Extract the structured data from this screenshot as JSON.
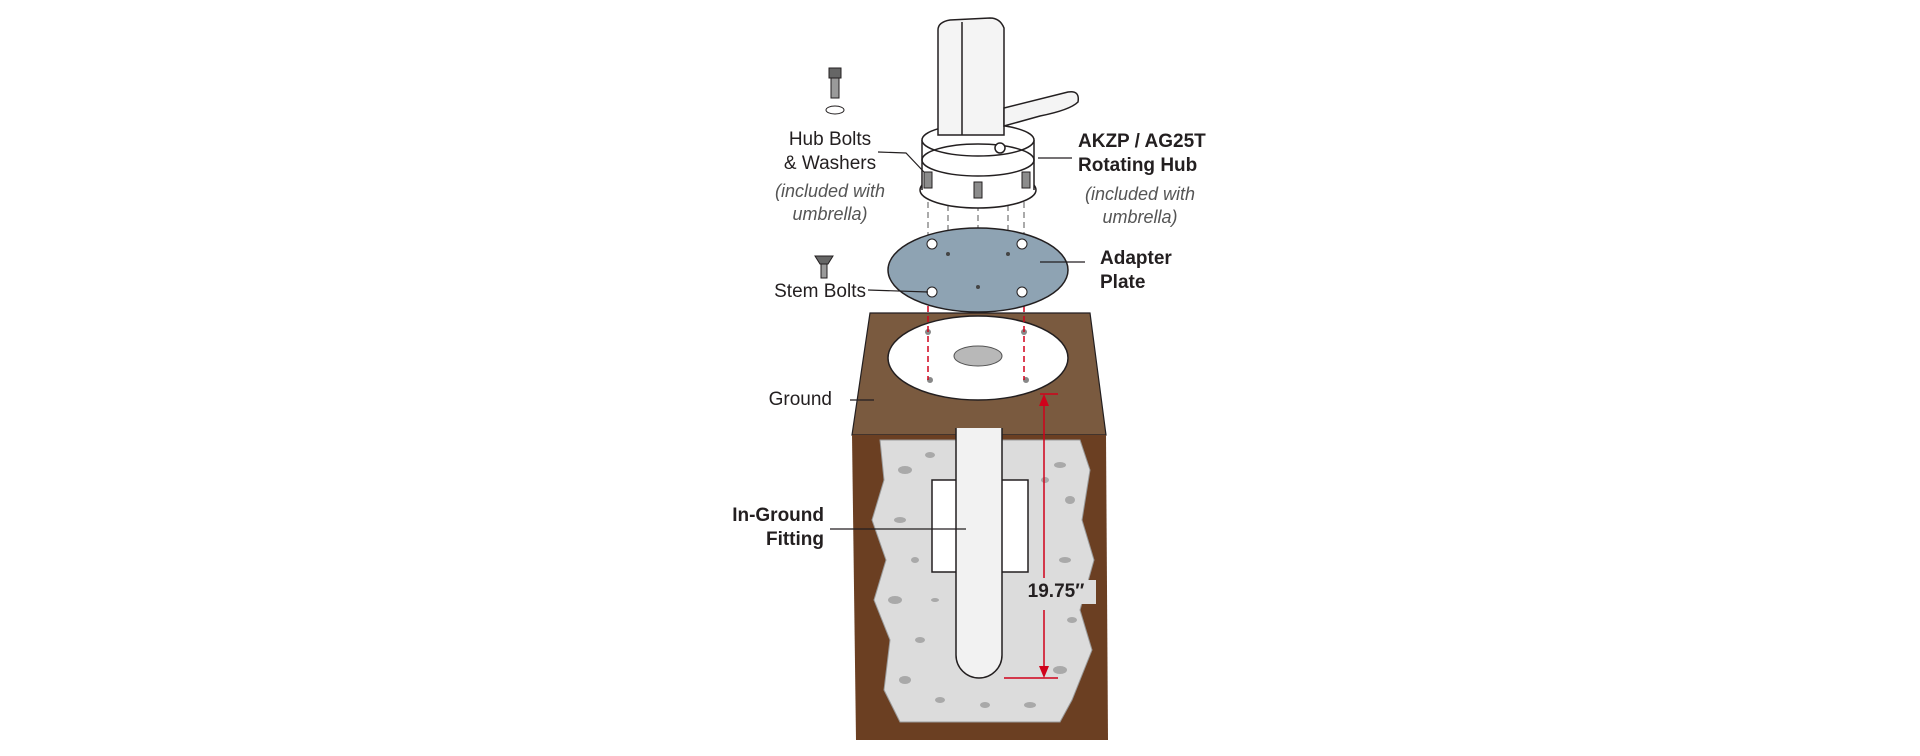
{
  "labels": {
    "hub_bolts": {
      "line1": "Hub Bolts",
      "line2": "& Washers",
      "note1": "(included with",
      "note2": "umbrella)"
    },
    "rotating_hub": {
      "line1": "AKZP / AG25T",
      "line2": "Rotating Hub",
      "note1": "(included with",
      "note2": "umbrella)"
    },
    "adapter_plate": {
      "line1": "Adapter",
      "line2": "Plate"
    },
    "stem_bolts": "Stem Bolts",
    "ground": "Ground",
    "in_ground_fitting": {
      "line1": "In-Ground",
      "line2": "Fitting"
    },
    "depth": "19.75″"
  },
  "colors": {
    "soil_top": "#7a5a3f",
    "soil_side": "#6b3f22",
    "concrete": "#dcdcdc",
    "adapter_plate": "#8ea3b3",
    "dimension": "#d0021b",
    "outline": "#231f20"
  }
}
